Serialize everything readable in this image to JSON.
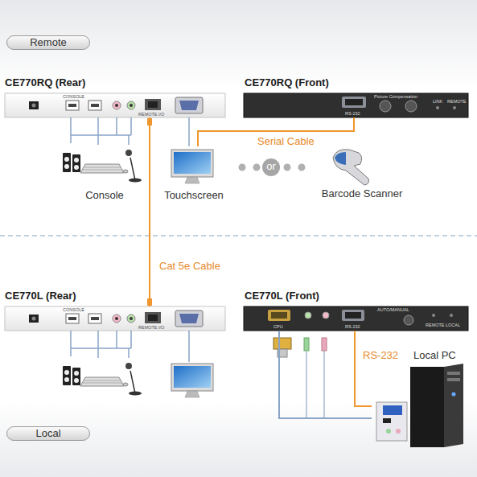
{
  "diagram": {
    "nodes": [
      {
        "text": [
          "Remote"
        ]
      },
      {
        "text": [
          "CE770RQ (Rear)",
          "CONSOLE",
          "REMOTE I/O"
        ]
      },
      {
        "text": [
          "CE770RQ (Front)",
          "RS-232",
          "Picture Compensation",
          "LINK",
          "REMOTE"
        ]
      },
      {
        "text": [
          "Console"
        ]
      },
      {
        "text": [
          "Touchscreen"
        ]
      },
      {
        "text": [
          "or"
        ]
      },
      {
        "text": [
          "Barcode Scanner"
        ]
      },
      {
        "text": [
          "CE770L (Rear)",
          "CONSOLE",
          "REMOTE I/O"
        ]
      },
      {
        "text": [
          "CE770L (Front)",
          "CPU",
          "RS-232",
          "AUTO/MANUAL",
          "REMOTE",
          "LOCAL"
        ]
      },
      {
        "text": [
          "Local PC"
        ]
      },
      {
        "text": [
          "Local"
        ]
      }
    ],
    "edges": [
      {
        "from": 1,
        "to": 3,
        "arrow": "none"
      },
      {
        "from": 1,
        "to": 4,
        "arrow": "none"
      },
      {
        "from": 2,
        "to": 4,
        "label": "Serial Cable",
        "arrow": "none"
      },
      {
        "from": 4,
        "to": 5,
        "arrow": "none"
      },
      {
        "from": 5,
        "to": 6,
        "arrow": "none"
      },
      {
        "from": 1,
        "to": 7,
        "label": "Cat 5e Cable",
        "arrow": "none"
      },
      {
        "from": 8,
        "to": 9,
        "label": "RS-232",
        "arrow": "none"
      },
      {
        "from": 8,
        "to": 9,
        "arrow": "none"
      }
    ]
  }
}
